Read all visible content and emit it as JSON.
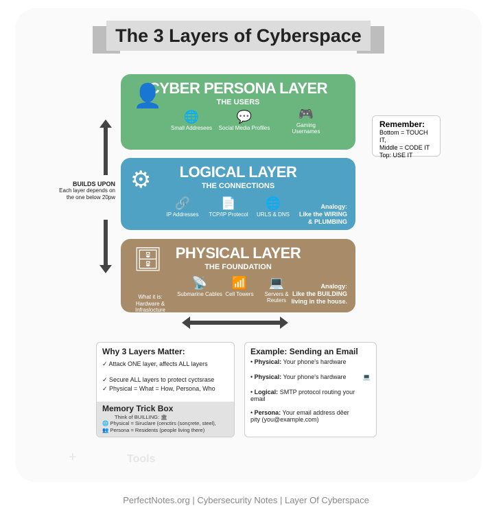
{
  "title": "The 3 Layers of Cyberspace",
  "colors": {
    "persona": "#6bb67e",
    "logical": "#4fa2c4",
    "physical": "#a88b68",
    "banner": "#dcdcdc"
  },
  "persona": {
    "title": "CYBER PERSONA LAYER",
    "subtitle": "THE USERS",
    "icon": "user-shield-icon",
    "items": [
      {
        "icon": "globe-icon",
        "label": "Small Addresees"
      },
      {
        "icon": "chat-bubbles-icon",
        "label": "Social Media Profiles"
      },
      {
        "icon": "gamepad-icon",
        "label": "Gaming Usernames"
      }
    ]
  },
  "logical": {
    "title": "LOGICAL LAYER",
    "subtitle": "THE CONNECTIONS",
    "icon": "gears-code-icon",
    "items": [
      {
        "icon": "link-icon",
        "label": "IP Addresses"
      },
      {
        "icon": "document-icon",
        "label": "TCP/IP Protecol"
      },
      {
        "icon": "globe-icon",
        "label": "URLS & DNS"
      }
    ],
    "analogy": [
      "Analogy:",
      "Like the WIRING",
      "& PLUMBING"
    ]
  },
  "physical": {
    "title": "PHYSICAL LAYER",
    "subtitle": "THE FOUNDATION",
    "icon": "server-rack-icon",
    "what": "What it is: Hardware & Infraslocture",
    "items": [
      {
        "icon": "tower-icon",
        "label": "Submarine Cables"
      },
      {
        "icon": "router-icon",
        "label": "Cell Towers"
      },
      {
        "icon": "laptop-icon",
        "label": "Servers & Reuters"
      }
    ],
    "analogy": [
      "Analogy:",
      "Like the BUILDING",
      "living in the house."
    ]
  },
  "builds": {
    "title": "BUILDS UPON",
    "text": "Each layer depends on the one below 20pw"
  },
  "remember": {
    "title": "Remember:",
    "lines": [
      "Bottom = TOUCH IT,",
      "Middle = CODE IT",
      "Top: USE IT"
    ]
  },
  "why": {
    "title": "Why 3 Layers Matter:",
    "items": [
      "Attack ONE layer, affects ALL layers",
      "Secure ALL layers to protect cyctsrase",
      "Physical = What = How, Persona, Who"
    ]
  },
  "memory": {
    "title": "Memory Trick Box",
    "think": "Think of BUILLING:",
    "lines": [
      "Physical = Siruclare (cenctirs (sonçrete, steel),",
      "Persona = Residents (people living there)"
    ]
  },
  "example": {
    "title": "Example: Sending an Email",
    "items": [
      {
        "label": "Physical:",
        "text": "Your phone's hardware"
      },
      {
        "label": "Physical:",
        "text": "Your phone's hardware"
      },
      {
        "label": "Logical:",
        "text": "SMTP protocol routing your email"
      },
      {
        "label": "Persona:",
        "text": "Your email address dêer pity (you@example.com)"
      }
    ]
  },
  "ghost": {
    "plus": "+",
    "tools": "Tools"
  },
  "footer": "PerfectNotes.org | Cybersecurity Notes | Layer Of Cyberspace"
}
